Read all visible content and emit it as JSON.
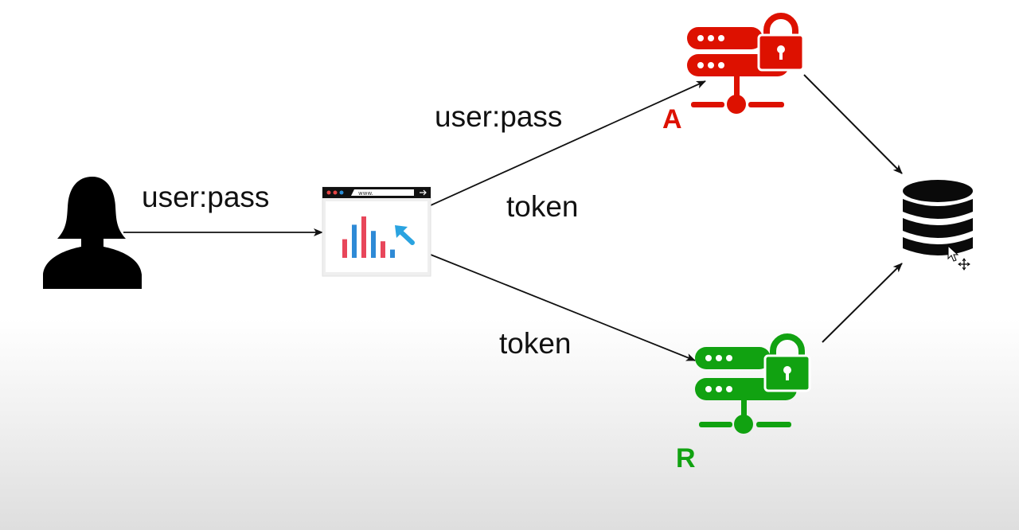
{
  "labels": {
    "user_to_app": "user:pass",
    "app_to_auth": "user:pass",
    "auth_to_app": "token",
    "app_to_resource": "token"
  },
  "browser": {
    "url": "www."
  },
  "auth_server": {
    "letter": "A",
    "color": "#dd1100"
  },
  "resource_server": {
    "letter": "R",
    "color": "#11a211"
  },
  "chart_bars": [
    {
      "value": 0.45,
      "color": "#e8465a"
    },
    {
      "value": 0.8,
      "color": "#2e8ad6"
    },
    {
      "value": 1.0,
      "color": "#e8465a"
    },
    {
      "value": 0.65,
      "color": "#2e8ad6"
    },
    {
      "value": 0.4,
      "color": "#e8465a"
    },
    {
      "value": 0.2,
      "color": "#2e8ad6"
    }
  ],
  "icons": {
    "user": "user-silhouette-icon",
    "app": "browser-app-icon",
    "auth": "lock-server-icon",
    "resource": "lock-server-icon",
    "database": "database-icon"
  },
  "colors": {
    "arrow": "#111111",
    "database": "#0a0a0a",
    "user": "#000000",
    "pointer_arrow": "#2aa3e0"
  }
}
